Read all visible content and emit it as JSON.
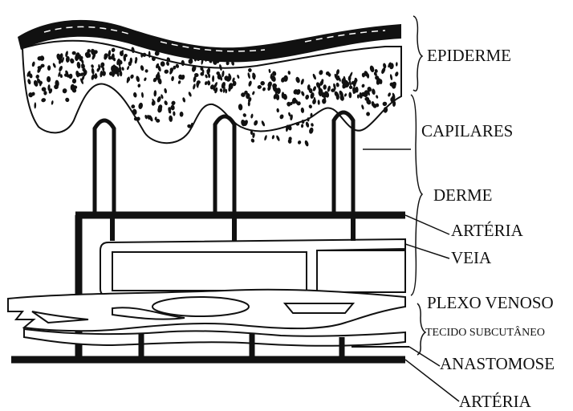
{
  "labels": {
    "epiderme": "EPIDERME",
    "capilares": "CAPILARES",
    "derme": "DERME",
    "arteria_top": "ARTÉRIA",
    "veia": "VEIA",
    "plexo_venoso": "PLEXO VENOSO",
    "tecido_subcutaneo": "TECIDO SUBCUTÂNEO",
    "anastomose": "ANASTOMOSE",
    "arteria_bottom": "ARTÉRIA"
  },
  "colors": {
    "ink": "#111111",
    "paper": "#ffffff"
  }
}
